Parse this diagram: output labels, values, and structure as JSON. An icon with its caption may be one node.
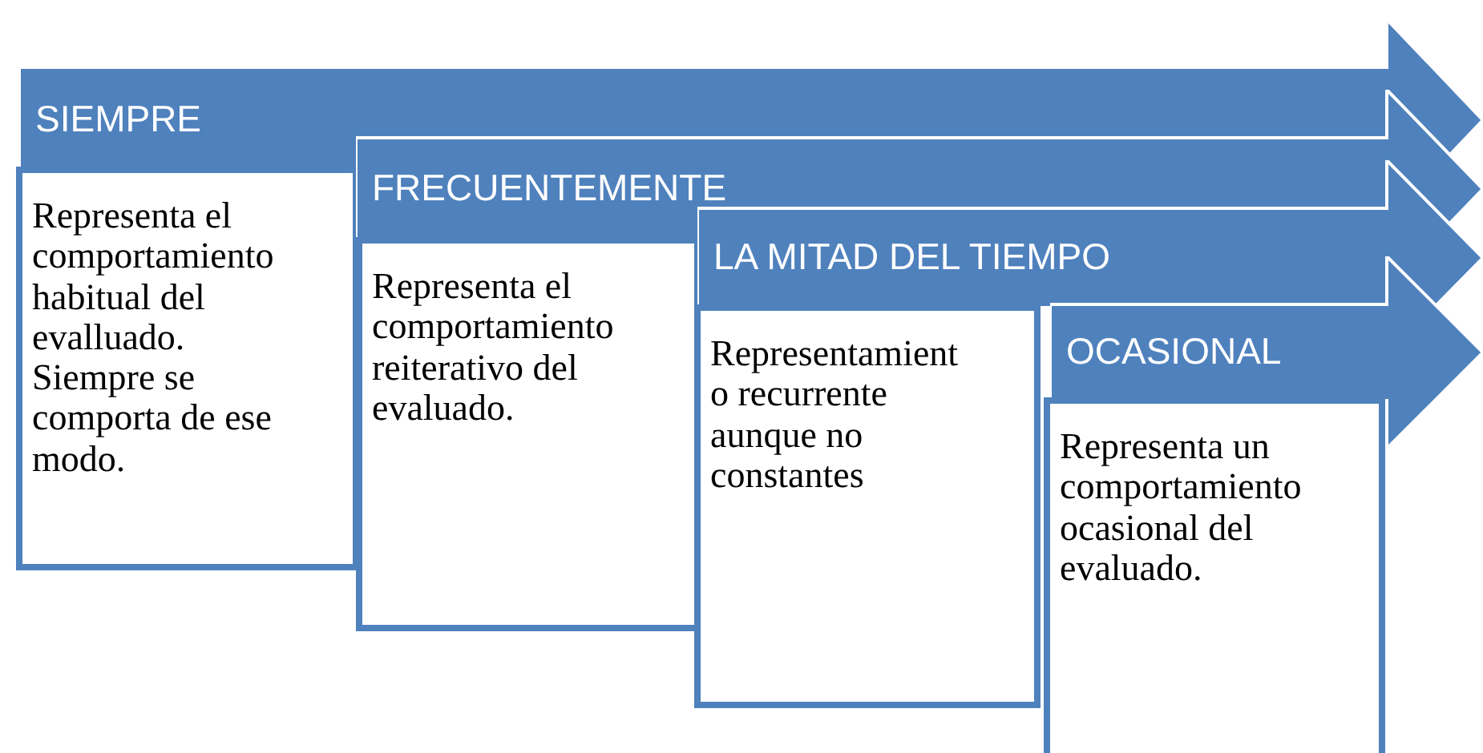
{
  "diagram": {
    "nodes": [
      {
        "text": [
          "SIEMPRE"
        ]
      },
      {
        "text": [
          "Representa el comportamiento habitual del evalluado. Siempre se comporta de ese modo."
        ]
      },
      {
        "text": [
          "FRECUENTEMENTE"
        ]
      },
      {
        "text": [
          "Representa el comportamiento reiterativo del evaluado."
        ]
      },
      {
        "text": [
          "LA MITAD DEL TIEMPO"
        ]
      },
      {
        "text": [
          "Representamient o recurrente aunque no constantes"
        ]
      },
      {
        "text": [
          "OCASIONAL"
        ]
      },
      {
        "text": [
          "Representa un comportamiento ocasional del evaluado."
        ]
      }
    ]
  }
}
